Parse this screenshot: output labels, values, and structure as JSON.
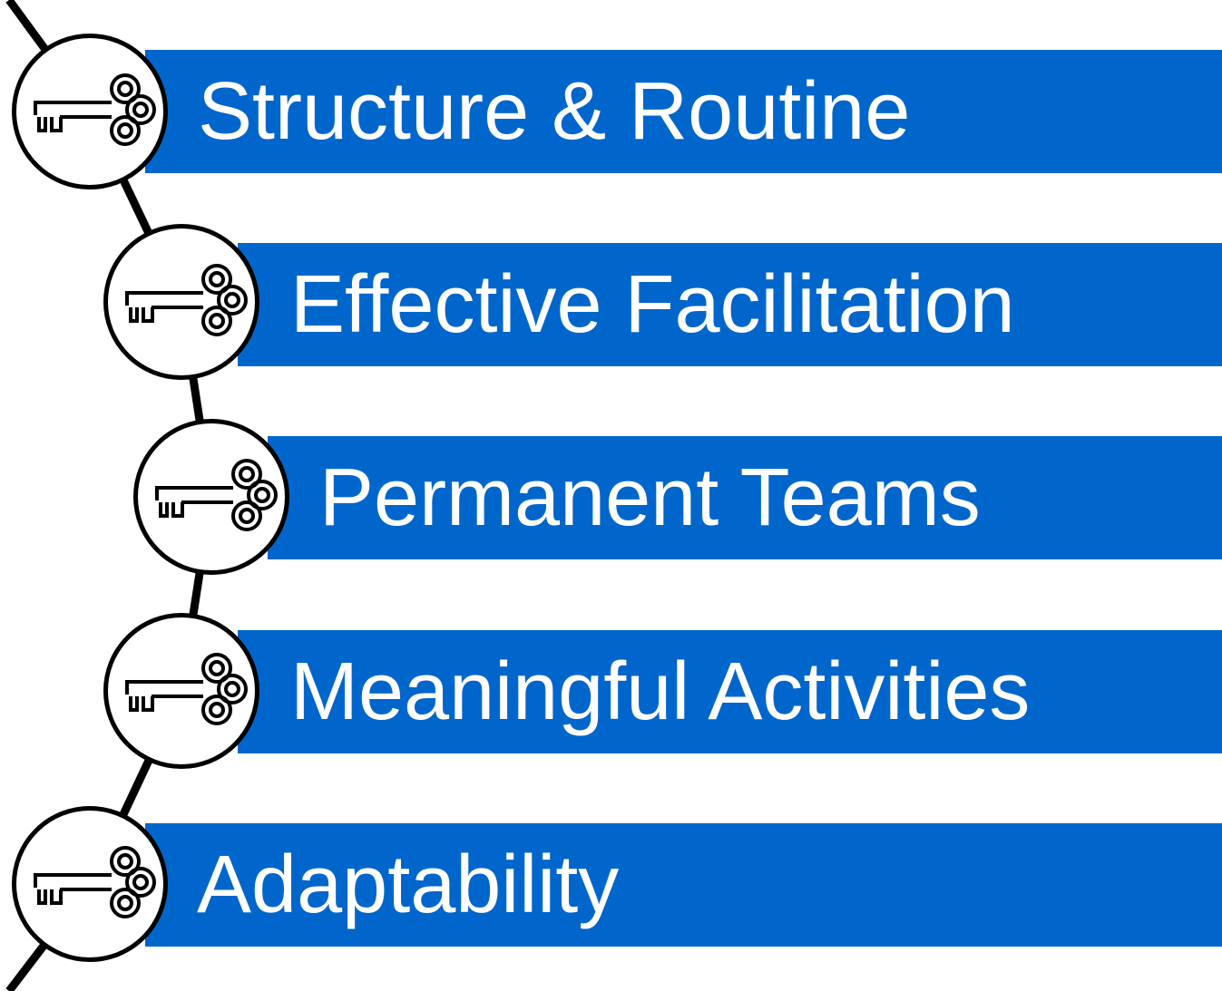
{
  "diagram": {
    "accent_color": "#0066cc",
    "text_color": "#ffffff",
    "connector_color": "#000000",
    "icon": "key-icon",
    "items": [
      {
        "label": "Structure & Routine"
      },
      {
        "label": "Effective Facilitation"
      },
      {
        "label": "Permanent Teams"
      },
      {
        "label": "Meaningful Activities"
      },
      {
        "label": "Adaptability"
      }
    ]
  }
}
